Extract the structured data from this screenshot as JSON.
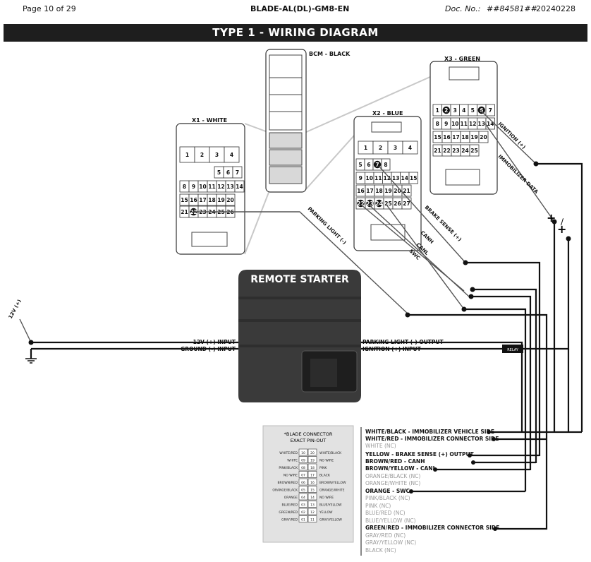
{
  "header": {
    "page": "Page 10 of 29",
    "model": "BLADE-AL(DL)-GM8-EN",
    "doc_label": "Doc. No.:",
    "doc_no": "##84581##",
    "date": "20240228"
  },
  "banner": "TYPE 1 - WIRING DIAGRAM",
  "connectors": {
    "bcm": "BCM - BLACK",
    "x1": "X1 - WHITE",
    "x2": "X2 - BLUE",
    "x3": "X3 - GREEN"
  },
  "wire_labels": {
    "ignition": "IGNITION (+)",
    "immobilizer_data": "IMMOBILIZER DATA",
    "brake_sense": "BRAKE SENSE (+)",
    "canh": "CANH",
    "canl": "CANL",
    "swc": "SWC",
    "parking_light": "PARKING LIGHT (-)",
    "power_12v": "12V (+)"
  },
  "module": {
    "title": "REMOTE STARTER",
    "inputs": [
      "12V (+) INPUT",
      "GROUND (-) INPUT"
    ],
    "outputs": [
      "PARKING LIGHT (-) OUTPUT",
      "IGNITION (+) INPUT"
    ],
    "fuse": "RELAY"
  },
  "blade_pinout": {
    "title_line1": "*BLADE CONNECTOR",
    "title_line2": "EXACT PIN-OUT",
    "rows": [
      {
        "left": "WHITE/RED",
        "a": "10",
        "b": "20",
        "right": "WHITE/BLACK"
      },
      {
        "left": "WHITE",
        "a": "09",
        "b": "19",
        "right": "NO WIRE"
      },
      {
        "left": "PINK/BLACK",
        "a": "08",
        "b": "18",
        "right": "PINK"
      },
      {
        "left": "NO WIRE",
        "a": "07",
        "b": "17",
        "right": "BLACK"
      },
      {
        "left": "BROWN/RED",
        "a": "06",
        "b": "16",
        "right": "BROWN/YELLOW"
      },
      {
        "left": "ORANGE/BLACK",
        "a": "05",
        "b": "15",
        "right": "ORANGE/WHITE"
      },
      {
        "left": "ORANGE",
        "a": "04",
        "b": "14",
        "right": "NO WIRE"
      },
      {
        "left": "BLUE/RED",
        "a": "03",
        "b": "13",
        "right": "BLUE/YELLOW"
      },
      {
        "left": "GREEN/RED",
        "a": "02",
        "b": "12",
        "right": "YELLOW"
      },
      {
        "left": "GRAY/RED",
        "a": "01",
        "b": "11",
        "right": "GRAY/YELLOW"
      }
    ]
  },
  "harness_legend": [
    {
      "text": "WHITE/BLACK - IMMOBILIZER VEHICLE SIDE",
      "active": true
    },
    {
      "text": "WHITE/RED - IMMOBILIZER CONNECTOR SIDE",
      "active": true
    },
    {
      "text": "WHITE (NC)",
      "active": false
    },
    {
      "text": "YELLOW - BRAKE SENSE (+) OUTPUT",
      "active": true
    },
    {
      "text": "BROWN/RED - CANH",
      "active": true
    },
    {
      "text": "BROWN/YELLOW - CANL",
      "active": true
    },
    {
      "text": "ORANGE/BLACK (NC)",
      "active": false
    },
    {
      "text": "ORANGE/WHITE (NC)",
      "active": false
    },
    {
      "text": "ORANGE - SWC",
      "active": true
    },
    {
      "text": "PINK/BLACK (NC)",
      "active": false
    },
    {
      "text": "PINK (NC)",
      "active": false
    },
    {
      "text": "BLUE/RED (NC)",
      "active": false
    },
    {
      "text": "BLUE/YELLOW (NC)",
      "active": false
    },
    {
      "text": "GREEN/RED - IMMOBILIZER CONNECTOR SIDE",
      "active": true
    },
    {
      "text": "GRAY/RED (NC)",
      "active": false
    },
    {
      "text": "GRAY/YELLOW (NC)",
      "active": false
    },
    {
      "text": "BLACK (NC)",
      "active": false
    }
  ],
  "x1_pins": {
    "row1": [
      "1",
      "2",
      "3",
      "4"
    ],
    "row2": [
      "5",
      "6",
      "7"
    ],
    "row3": [
      "8",
      "9",
      "10",
      "11",
      "12",
      "13",
      "14"
    ],
    "row4": [
      "15",
      "16",
      "17",
      "18",
      "19",
      "20"
    ],
    "row5": [
      "21",
      "22",
      "23",
      "24",
      "25",
      "26"
    ]
  },
  "x2_pins": {
    "row1": [
      "1",
      "2",
      "3",
      "4"
    ],
    "row2": [
      "5",
      "6",
      "7",
      "8"
    ],
    "row3": [
      "9",
      "10",
      "11",
      "12",
      "13",
      "14",
      "15"
    ],
    "row4": [
      "16",
      "17",
      "18",
      "19",
      "20",
      "21"
    ],
    "row5": [
      "22",
      "23",
      "24",
      "25",
      "26",
      "27"
    ]
  },
  "x3_pins": {
    "row1": [
      "1",
      "2",
      "3",
      "4",
      "5",
      "6",
      "7"
    ],
    "row2": [
      "8",
      "9",
      "10",
      "11",
      "12",
      "13",
      "14"
    ],
    "row3": [
      "15",
      "16",
      "17",
      "18",
      "19",
      "20"
    ],
    "row4": [
      "21",
      "22",
      "23",
      "24",
      "25"
    ]
  },
  "colors": {
    "banner": "#1e1e1e",
    "module_body": "#3a3a3a",
    "wire": "#111111",
    "muted_text": "#9a9a9a"
  }
}
